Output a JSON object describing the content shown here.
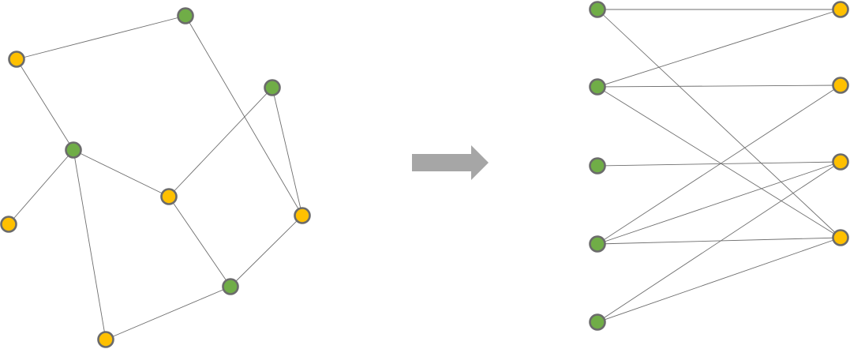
{
  "colors": {
    "green": "#70ad47",
    "yellow": "#ffc000",
    "edge": "#6e6e6e",
    "outline": "#6b6b6b",
    "arrow": "#a6a6a6"
  },
  "general_graph": {
    "nodes": [
      {
        "id": "a",
        "color": "green"
      },
      {
        "id": "b",
        "color": "yellow"
      },
      {
        "id": "c",
        "color": "green"
      },
      {
        "id": "d",
        "color": "green"
      },
      {
        "id": "e",
        "color": "yellow"
      },
      {
        "id": "f",
        "color": "yellow"
      },
      {
        "id": "g",
        "color": "yellow"
      },
      {
        "id": "h",
        "color": "green"
      },
      {
        "id": "i",
        "color": "yellow"
      }
    ],
    "edges": [
      [
        "a",
        "b"
      ],
      [
        "a",
        "g"
      ],
      [
        "b",
        "c"
      ],
      [
        "c",
        "e"
      ],
      [
        "c",
        "f"
      ],
      [
        "c",
        "i"
      ],
      [
        "d",
        "f"
      ],
      [
        "d",
        "g"
      ],
      [
        "f",
        "h"
      ],
      [
        "g",
        "h"
      ],
      [
        "h",
        "i"
      ]
    ]
  },
  "bipartite_graph": {
    "left_nodes": [
      {
        "id": "L1",
        "color": "green"
      },
      {
        "id": "L2",
        "color": "green"
      },
      {
        "id": "L3",
        "color": "green"
      },
      {
        "id": "L4",
        "color": "green"
      },
      {
        "id": "L5",
        "color": "green"
      }
    ],
    "right_nodes": [
      {
        "id": "R1",
        "color": "yellow"
      },
      {
        "id": "R2",
        "color": "yellow"
      },
      {
        "id": "R3",
        "color": "yellow"
      },
      {
        "id": "R4",
        "color": "yellow"
      }
    ],
    "edges": [
      [
        "L1",
        "R1"
      ],
      [
        "L1",
        "R4"
      ],
      [
        "L2",
        "R1"
      ],
      [
        "L2",
        "R2"
      ],
      [
        "L2",
        "R4"
      ],
      [
        "L3",
        "R3"
      ],
      [
        "L4",
        "R2"
      ],
      [
        "L4",
        "R3"
      ],
      [
        "L4",
        "R4"
      ],
      [
        "L5",
        "R3"
      ],
      [
        "L5",
        "R4"
      ]
    ]
  },
  "arrow": {
    "direction": "right"
  }
}
